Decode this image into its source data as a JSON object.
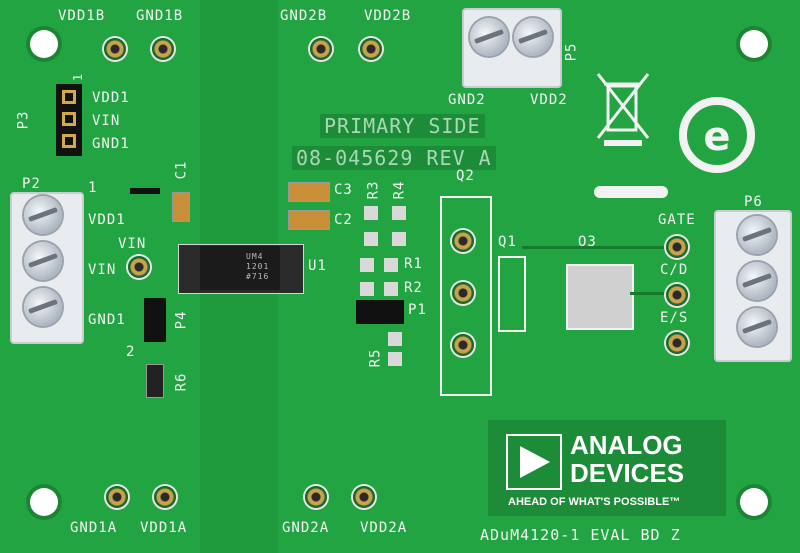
{
  "board": {
    "top_labels": [
      "VDD1B",
      "GND1B",
      "GND2B",
      "VDD2B"
    ],
    "bottom_labels": [
      "GND1A",
      "VDD1A",
      "GND2A",
      "VDD2A"
    ],
    "primary_side": "PRIMARY SIDE",
    "part_number": "08-045629 REV A",
    "p5_label": "P5",
    "p5_pins": [
      "GND2",
      "VDD2"
    ],
    "p3_label": "P3",
    "p3_pin1": "1",
    "p3_pins": [
      "VDD1",
      "VIN",
      "GND1"
    ],
    "p2_label": "P2",
    "p2_pin1": "1",
    "p2_pins": [
      "VDD1",
      "VIN",
      "GND1"
    ],
    "vin_label": "VIN",
    "p4_label": "P4",
    "p4_pin2": "2",
    "c1": "C1",
    "c2": "C2",
    "c3": "C3",
    "r1": "R1",
    "r2": "R2",
    "r3": "R3",
    "r4": "R4",
    "r5": "R5",
    "r6": "R6",
    "p1": "P1",
    "u1": "U1",
    "q1": "Q1",
    "q2": "Q2",
    "q3": "Q3",
    "p6_label": "P6",
    "p6_pins": [
      "GATE",
      "C/D",
      "E/S"
    ],
    "logo_line1": "ANALOG",
    "logo_line2": "DEVICES",
    "tagline": "AHEAD OF WHAT'S POSSIBLE™",
    "board_name": "ADuM4120-1 EVAL BD Z",
    "chip_text": [
      "UM4",
      "1201",
      "#716"
    ]
  }
}
